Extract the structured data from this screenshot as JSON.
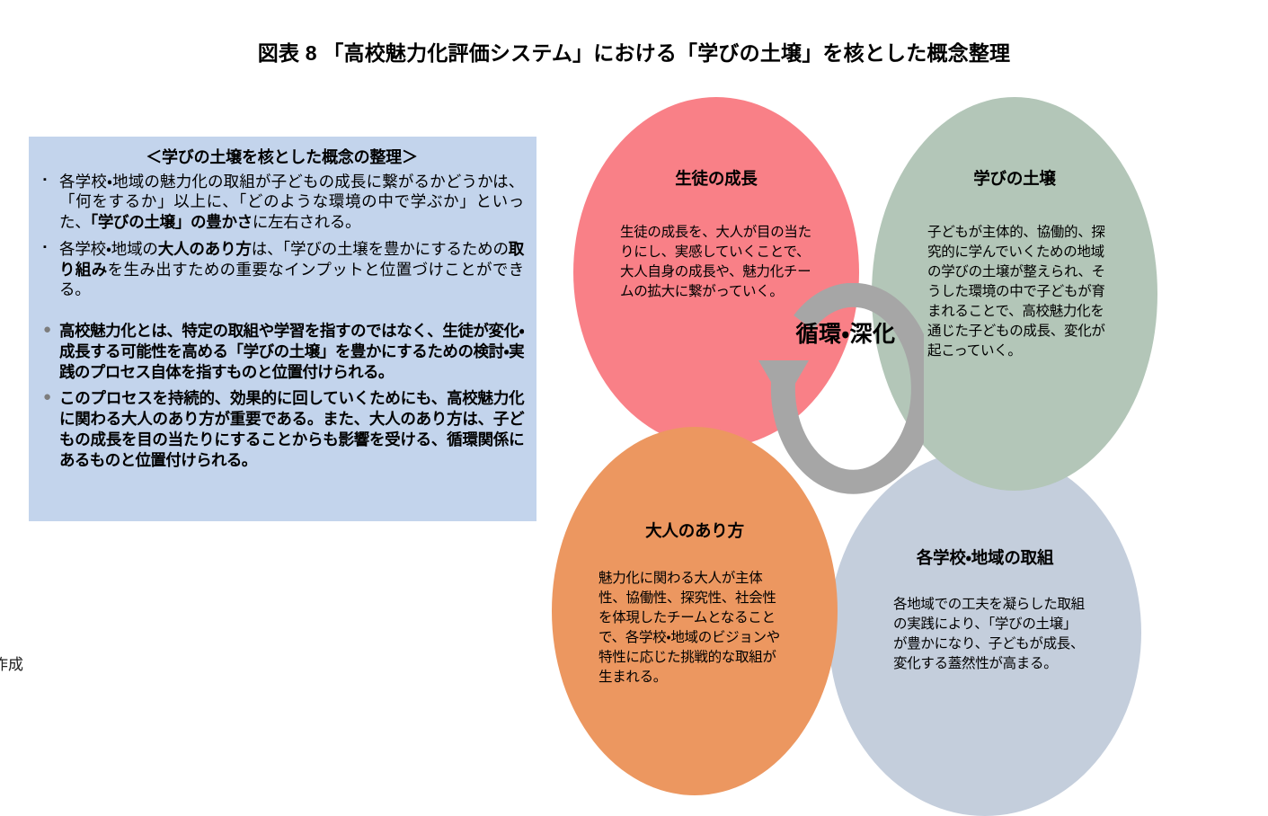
{
  "figure": {
    "title": "図表 8 「高校魅力化評価システム」における「学びの土壌」を核とした概念整理"
  },
  "summary_box": {
    "heading": "＜学びの土壌を核とした概念の整理＞",
    "bullets": [
      {
        "marker": "▪",
        "style": "small-dot",
        "text": "各学校・地域の魅力化の取組が子どもの成長に繋がるかどうかは、「何をするか」以上に、「どのような環境の中で学ぶか」といった、「学びの土壌」の豊かさに左右される。"
      },
      {
        "marker": "▪",
        "style": "small-dot",
        "text": "各学校・地域の大人のあり方は、「学びの土壌を豊かにするための取り組みを生み出すための重要なインプットと位置づけことができる。"
      },
      {
        "marker": "●",
        "style": "big-dot",
        "text": "高校魅力化とは、特定の取組や学習を指すのではなく、生徒が変化・成長する可能性を高める「学びの土壌」を豊かにするための検討・実践のプロセス自体を指すものと位置付けられる。"
      },
      {
        "marker": "●",
        "style": "big-dot",
        "text": "このプロセスを持続的、効果的に回していくためにも、高校魅力化に関わる大人のあり方が重要である。また、大人のあり方は、子どもの成長を目の当たりにすることからも影響を受ける、循環関係にあるものと位置付けられる。"
      }
    ]
  },
  "diagram": {
    "center_label": "循環・深化",
    "arrow_icon": "circular-cycle-arrow",
    "circles": [
      {
        "id": "growth",
        "title": "生徒の成長",
        "body": "生徒の成長を、大人が目の当たりにし、実感していくことで、大人自身の成長や、魅力化チームの拡大に繋がっていく。",
        "color": "#f98087"
      },
      {
        "id": "soil",
        "title": "学びの土壌",
        "body": "子どもが主体的、協働的、探究的に学んでいくための地域の学びの土壌が整えられ、そうした環境の中で子どもが育まれることで、高校魅力化を通じた子どもの成長、変化が起こっていく。",
        "color": "#b3c6b8"
      },
      {
        "id": "adults",
        "title": "大人のあり方",
        "body": "魅力化に関わる大人が主体性、協働性、探究性、社会性を体現したチームとなることで、各学校・地域のビジョンや特性に応じた挑戦的な取組が生まれる。",
        "color": "#ec9760"
      },
      {
        "id": "efforts",
        "title": "各学校・地域の取組",
        "body": "各地域での工夫を凝らした取組の実践により、「学びの土壌」が豊かになり、子どもが成長、変化する蓋然性が高まる。",
        "color": "#c4cedc"
      }
    ],
    "arrow_color": "#a6a6a6"
  },
  "source_note": {
    "text": "作成"
  }
}
